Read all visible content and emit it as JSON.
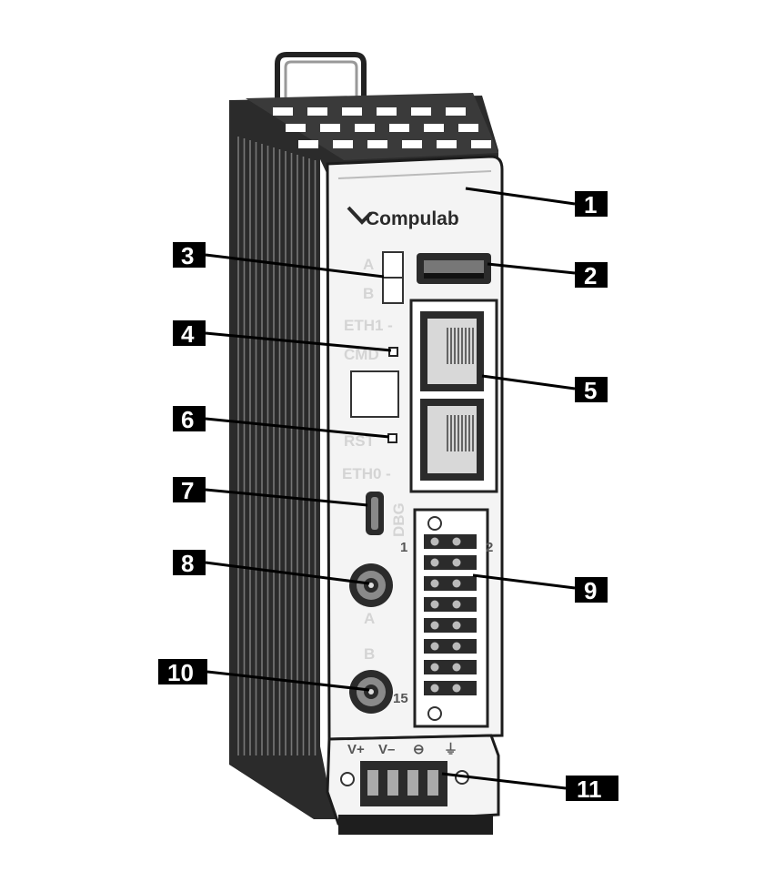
{
  "brand": "Compulab",
  "panel_labels": {
    "a_top": "A",
    "b_top": "B",
    "eth1": "ETH1 -",
    "cmd": "CMD",
    "rst": "RST",
    "eth0": "ETH0 -",
    "dbg": "DBG",
    "ant_a": "A",
    "ant_b": "B",
    "pin_1": "1",
    "pin_2": "2",
    "pin_15": "15",
    "power_vplus": "V+",
    "power_vminus": "V–",
    "power_sym1": "⊖",
    "power_sym2": "⏚"
  },
  "callouts": [
    {
      "label": "1"
    },
    {
      "label": "2"
    },
    {
      "label": "3"
    },
    {
      "label": "4"
    },
    {
      "label": "5"
    },
    {
      "label": "6"
    },
    {
      "label": "7"
    },
    {
      "label": "8"
    },
    {
      "label": "9"
    },
    {
      "label": "10"
    },
    {
      "label": "11"
    }
  ]
}
